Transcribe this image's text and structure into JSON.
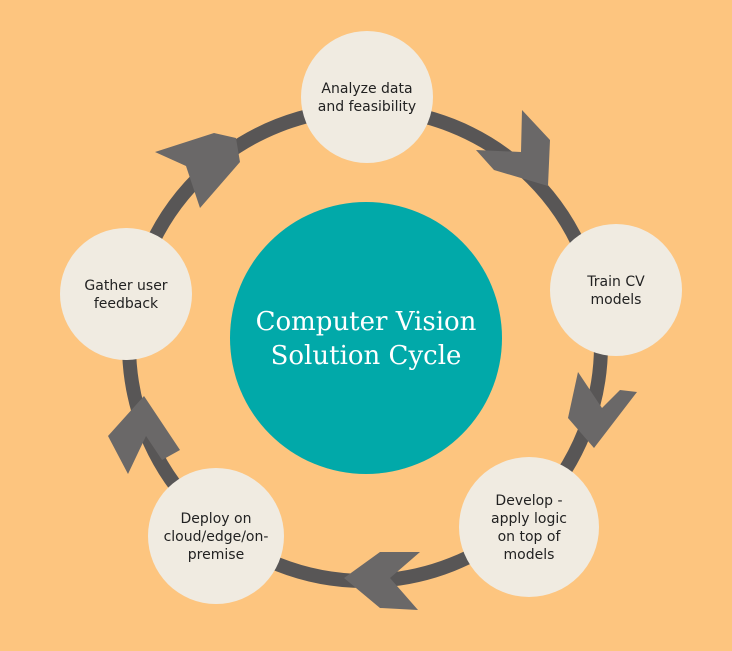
{
  "diagram": {
    "center_title_lines": [
      "Computer Vision",
      "Solution Cycle"
    ],
    "steps": [
      {
        "lines": [
          "Analyze data",
          "and feasibility"
        ]
      },
      {
        "lines": [
          "Train CV",
          "models"
        ]
      },
      {
        "lines": [
          "Develop -",
          "apply logic",
          "on top of",
          "models"
        ]
      },
      {
        "lines": [
          "Deploy on",
          "cloud/edge/on-",
          "premise"
        ]
      },
      {
        "lines": [
          "Gather user",
          "feedback"
        ]
      }
    ]
  },
  "colors": {
    "background": "#fdc57f",
    "ring": "#585656",
    "arrow": "#6a6868",
    "step_circle": "#f0ebe1",
    "center_circle": "#01a9a9",
    "center_text": "#ffffff",
    "step_text": "#222222"
  }
}
